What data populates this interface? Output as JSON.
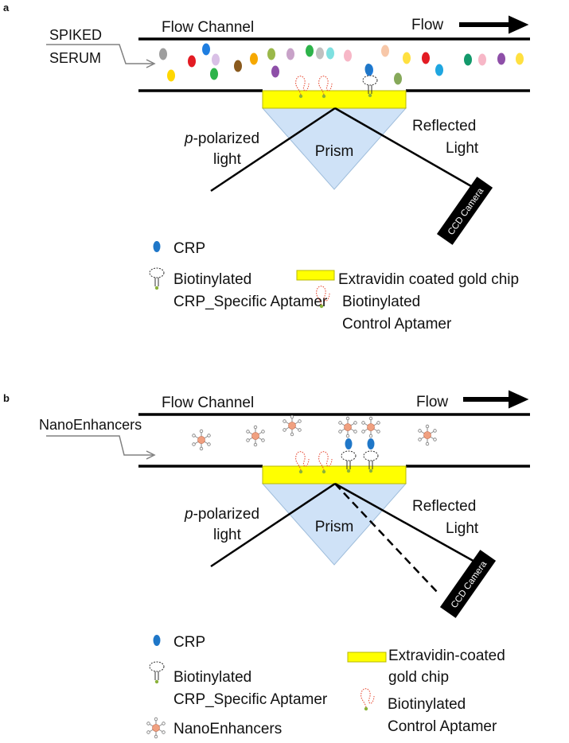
{
  "panel_a": {
    "tag": "a",
    "flow_channel": "Flow Channel",
    "flow": "Flow",
    "input_line1": "SPIKED",
    "input_line2": "SERUM",
    "p_italic": "p",
    "polarized": "-polarized",
    "light": "light",
    "prism": "Prism",
    "reflected": "Reflected",
    "reflected_light": "Light",
    "camera": "CCD Camera",
    "legend": {
      "crp": "CRP",
      "chip": "Extravidin coated gold chip",
      "specific_line1": "Biotinylated",
      "specific_line2": "CRP_Specific Aptamer",
      "control_line1": "Biotinylated",
      "control_line2": "Control Aptamer"
    }
  },
  "panel_b": {
    "tag": "b",
    "flow_channel": "Flow Channel",
    "flow": "Flow",
    "input": "NanoEnhancers",
    "p_italic": "p",
    "polarized": "-polarized",
    "light": "light",
    "prism": "Prism",
    "reflected": "Reflected",
    "reflected_light": "Light",
    "camera": "CCD Camera",
    "legend": {
      "crp": "CRP",
      "chip_line1": "Extravidin-coated",
      "chip_line2": "gold chip",
      "specific_line1": "Biotinylated",
      "specific_line2": "CRP_Specific Aptamer",
      "nano": "NanoEnhancers",
      "control_line1": "Biotinylated",
      "control_line2": "Control Aptamer"
    }
  },
  "colors": {
    "chip": "#ffff00",
    "prism": "#cfe2f7",
    "crp": "#1f77c8",
    "control_aptamer": "#e8503a",
    "nano_core": "#f0a080",
    "line": "#000000"
  },
  "molecule_colors": [
    "#9e9e9e",
    "#ffd700",
    "#1f7ee0",
    "#2db34a",
    "#d9c0e6",
    "#e31b23",
    "#8a5a1e",
    "#f6a800",
    "#9ab84a",
    "#8e4fa8",
    "#c8a2c8",
    "#2db34a",
    "#c0c0c0",
    "#7ee0e0",
    "#f7b7c7",
    "#1f7ee0",
    "#f7c7a8",
    "#86a95a",
    "#ffe040",
    "#e31b23",
    "#1fa6e0",
    "#13996b",
    "#f7b7c7",
    "#8e4fa8",
    "#ffe040"
  ]
}
